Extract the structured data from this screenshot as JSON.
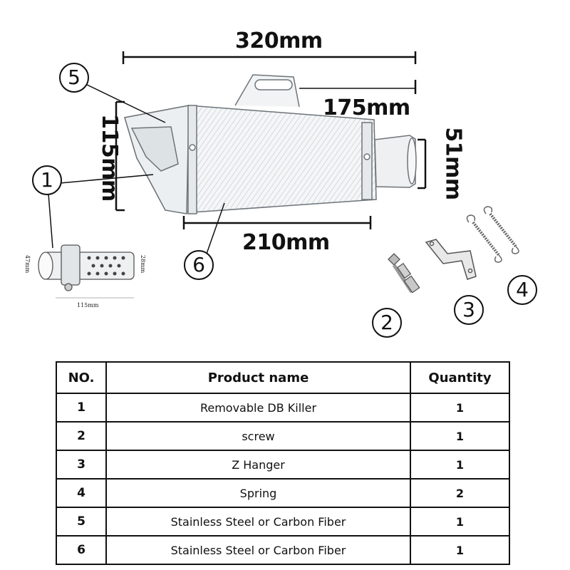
{
  "dimensions": {
    "overall_length": "320mm",
    "hanger_distance": "175mm",
    "body_height": "115mm",
    "outlet_diameter": "51mm",
    "body_length": "210mm"
  },
  "insert_dimensions": {
    "inlet": "47mm",
    "outlet": "28mm",
    "length": "115mm"
  },
  "callouts": [
    "1",
    "2",
    "3",
    "4",
    "5",
    "6"
  ],
  "table": {
    "headers": [
      "NO.",
      "Product name",
      "Quantity"
    ],
    "rows": [
      {
        "no": "1",
        "name": "Removable DB Killer",
        "qty": "1"
      },
      {
        "no": "2",
        "name": "screw",
        "qty": "1"
      },
      {
        "no": "3",
        "name": "Z Hanger",
        "qty": "1"
      },
      {
        "no": "4",
        "name": "Spring",
        "qty": "2"
      },
      {
        "no": "5",
        "name": "Stainless Steel or Carbon Fiber",
        "qty": "1"
      },
      {
        "no": "6",
        "name": "Stainless Steel or Carbon Fiber",
        "qty": "1"
      }
    ]
  },
  "icons": {
    "muffler": "muffler-drawing",
    "db_killer": "db-killer-drawing",
    "screw": "screw-drawing",
    "hanger": "z-hanger-drawing",
    "springs": "spring-drawing"
  }
}
